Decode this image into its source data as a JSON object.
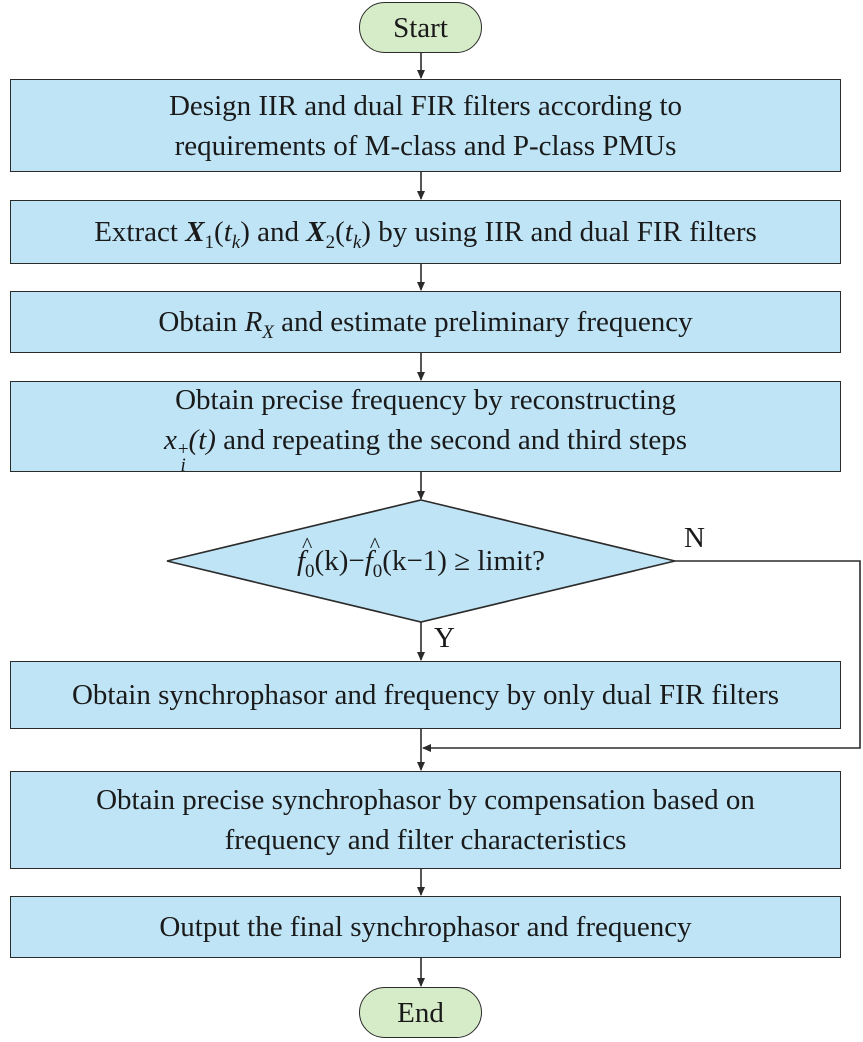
{
  "flowchart": {
    "start_label": "Start",
    "end_label": "End",
    "step1": {
      "line1": "Design IIR and dual FIR filters according to",
      "line2": "requirements of M-class and P-class PMUs"
    },
    "step2": {
      "prefix": "Extract ",
      "var1": "X",
      "sub1": "1",
      "arg1_open": "(",
      "arg1_t": "t",
      "arg1_k": "k",
      "arg1_close": ")",
      "mid": " and ",
      "var2": "X",
      "sub2": "2",
      "suffix": " by using IIR and dual FIR filters"
    },
    "step3": {
      "prefix": "Obtain ",
      "var": "R",
      "sub": "X",
      "suffix": " and estimate preliminary frequency"
    },
    "step4": {
      "line1": "Obtain precise frequency by reconstructing",
      "var": "x",
      "sub": "i",
      "sup": "+",
      "arg": "(t)",
      "suffix": " and repeating the second and third steps"
    },
    "decision": {
      "f1": "f",
      "f1_sub": "0",
      "f1_arg": "(k)",
      "minus": "−",
      "f2": "f",
      "f2_sub": "0",
      "f2_arg": "(k−1)",
      "condition": " ≥ limit?"
    },
    "step5": "Obtain synchrophasor and frequency by only dual FIR filters",
    "step6": {
      "line1": "Obtain precise synchrophasor by compensation based on",
      "line2": "frequency and filter characteristics"
    },
    "step7": "Output the final synchrophasor and frequency",
    "yes_label": "Y",
    "no_label": "N"
  },
  "colors": {
    "process_fill": "#bfe4f6",
    "terminal_fill": "#d6ebc8",
    "stroke": "#2b2b2b"
  }
}
